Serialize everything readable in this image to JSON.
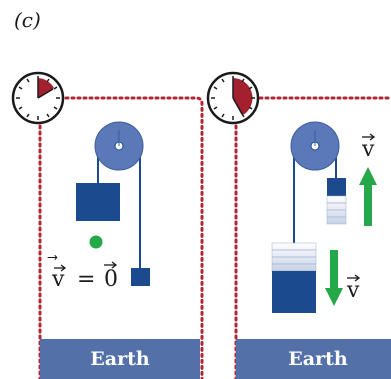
{
  "panel_label": "(c)",
  "panels": [
    {
      "ground_label": "Earth",
      "velocity_text": "v = 0"
    },
    {
      "ground_label": "Earth",
      "velocity_up": "v",
      "velocity_down": "v"
    }
  ],
  "colors": {
    "frame": "#b32434",
    "block": "#1b4a8f",
    "pulley": "#5b79b8",
    "ground": "#5470a8",
    "arrow": "#25a84a",
    "dot": "#25a84a",
    "clock_fill": "#a4202f"
  }
}
